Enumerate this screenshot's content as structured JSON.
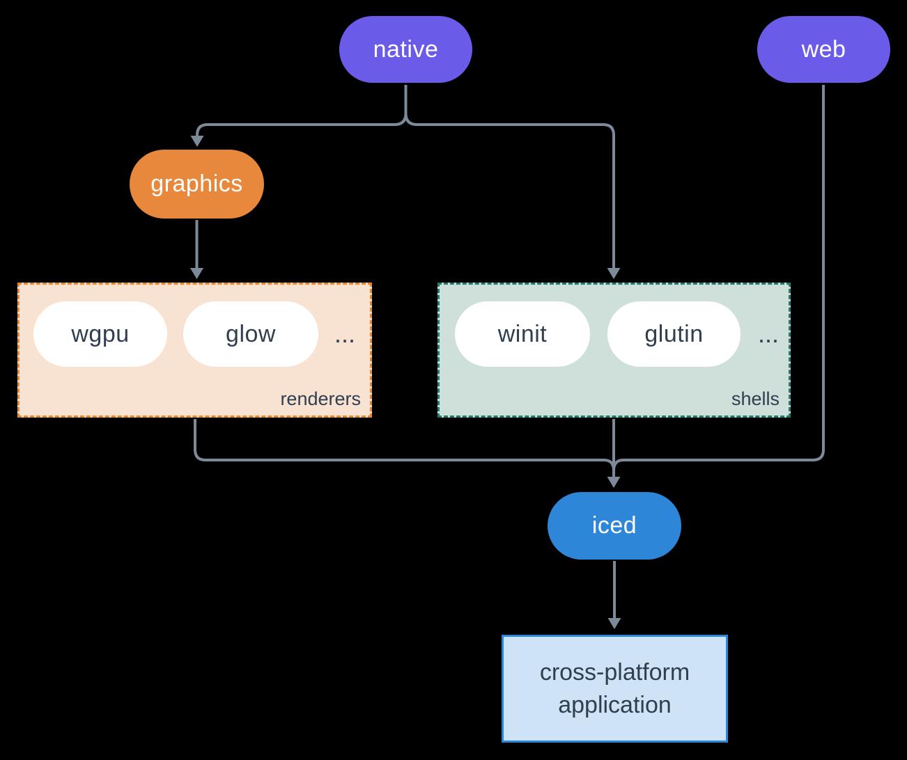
{
  "colors": {
    "bg": "#000000",
    "purple": "#6a5ce8",
    "orange": "#e8883c",
    "blue": "#2e86d8",
    "peach-bg": "#f8e3d2",
    "peach-border": "#e8862d",
    "sage-bg": "#cfe0da",
    "sage-border": "#20796b",
    "app-bg": "#cfe3f6",
    "app-border": "#2e86d8",
    "line": "#7d8a99",
    "dark": "#2f3e50",
    "white": "#ffffff"
  },
  "nodes": {
    "native": {
      "label": "native"
    },
    "web": {
      "label": "web"
    },
    "graphics": {
      "label": "graphics"
    },
    "iced": {
      "label": "iced"
    },
    "app": {
      "line1": "cross-platform",
      "line2": "application"
    }
  },
  "groups": {
    "renderers": {
      "label": "renderers",
      "items": [
        "wgpu",
        "glow"
      ],
      "ellipsis": "..."
    },
    "shells": {
      "label": "shells",
      "items": [
        "winit",
        "glutin"
      ],
      "ellipsis": "..."
    }
  }
}
